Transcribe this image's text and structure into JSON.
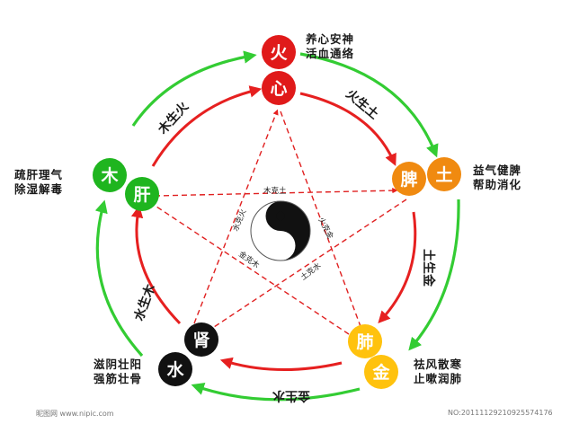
{
  "colors": {
    "fire": "#e01a1a",
    "earth": "#f08a10",
    "metal": "#ffc20e",
    "water": "#111111",
    "wood": "#1fb51f",
    "outer_arrow": "#33cc33",
    "inner_arrow": "#e62020",
    "star": "#e02020"
  },
  "nodes": {
    "fire": {
      "element": "火",
      "organ": "心"
    },
    "earth": {
      "element": "土",
      "organ": "脾"
    },
    "metal": {
      "element": "金",
      "organ": "肺"
    },
    "water": {
      "element": "水",
      "organ": "肾"
    },
    "wood": {
      "element": "木",
      "organ": "肝"
    }
  },
  "descriptions": {
    "fire": [
      "养心安神",
      "活血通络"
    ],
    "earth": [
      "益气健脾",
      "帮助消化"
    ],
    "metal": [
      "祛风散寒",
      "止嗽润肺"
    ],
    "water": [
      "滋阴壮阳",
      "强筋壮骨"
    ],
    "wood": [
      "疏肝理气",
      "除湿解毒"
    ]
  },
  "generating_labels": {
    "wood_fire": "木生火",
    "fire_earth": "火生土",
    "earth_metal": "土生金",
    "metal_water": "金生水",
    "water_wood": "水生木"
  },
  "overcoming_labels": {
    "wood_earth": "木克土",
    "fire_metal": "火克金",
    "earth_water": "土克水",
    "metal_wood": "金克木",
    "water_fire": "水克火"
  },
  "center_symbol": "yin-yang-icon",
  "watermark": {
    "left": "昵图网 www.nipic.com",
    "right": "NO:20111129210925574176"
  }
}
